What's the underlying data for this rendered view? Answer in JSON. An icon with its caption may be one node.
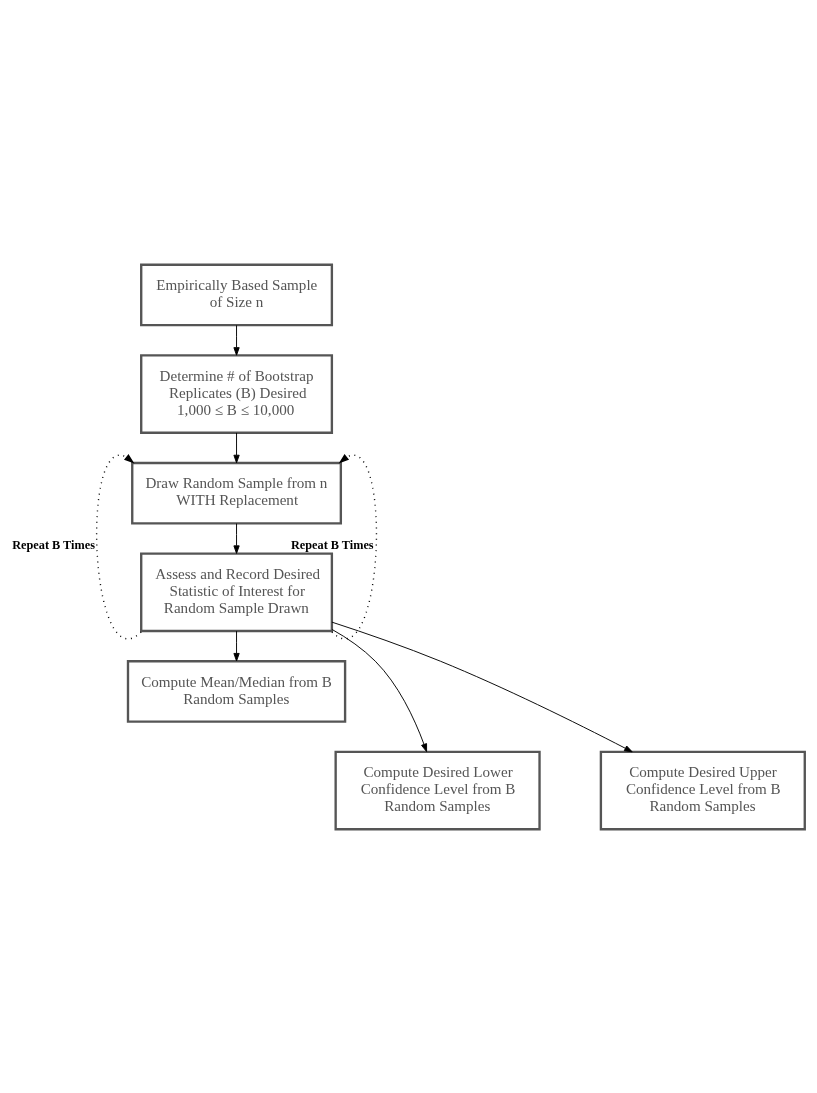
{
  "diagram": {
    "nodes": [
      {
        "text": [
          "Empirically Based Sample of Size n"
        ]
      },
      {
        "text": [
          "Determine # of Bootstrap Replicates (B) Desired 1,000 ≤ B ≤ 10,000"
        ]
      },
      {
        "text": [
          "Draw Random Sample from n WITH Replacement"
        ]
      },
      {
        "text": [
          "Assess and Record Desired Statistic of Interest for Random Sample Drawn"
        ]
      },
      {
        "text": [
          "Compute Mean/Median from B Random Samples"
        ]
      },
      {
        "text": [
          "Compute Desired Lower Confidence Level from B Random Samples"
        ]
      },
      {
        "text": [
          "Compute Desired Upper Confidence Level from B Random Samples"
        ]
      }
    ],
    "edges": [
      {
        "from": 0,
        "to": 1,
        "arrow": "to"
      },
      {
        "from": 1,
        "to": 2,
        "arrow": "to"
      },
      {
        "from": 2,
        "to": 3,
        "arrow": "to"
      },
      {
        "from": 3,
        "to": 2,
        "arrow": "to",
        "style": "dashed",
        "label": "Repeat B Times"
      },
      {
        "from": 3,
        "to": 2,
        "arrow": "to",
        "style": "dashed",
        "label": "Repeat B Times"
      },
      {
        "from": 3,
        "to": 4,
        "arrow": "to"
      },
      {
        "from": 3,
        "to": 5,
        "arrow": "to"
      },
      {
        "from": 3,
        "to": 6,
        "arrow": "to"
      }
    ]
  }
}
